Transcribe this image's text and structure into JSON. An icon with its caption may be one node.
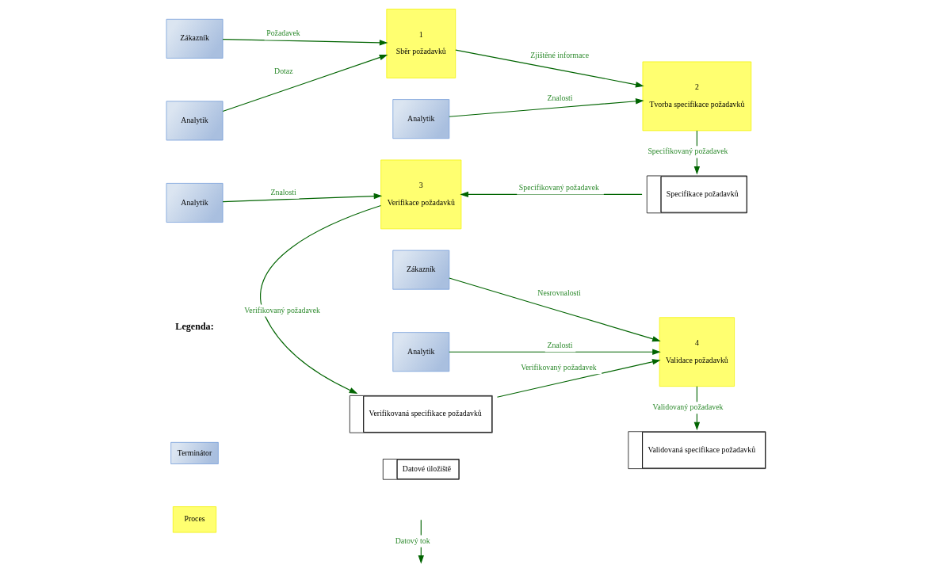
{
  "diagram": {
    "nodes": [
      {
        "text": [
          "Zákazník"
        ]
      },
      {
        "text": [
          "Analytik"
        ]
      },
      {
        "text": [
          "1",
          "Sběr požadavků"
        ]
      },
      {
        "text": [
          "2",
          "Tvorba specifikace požadavků"
        ]
      },
      {
        "text": [
          "Analytik"
        ]
      },
      {
        "text": [
          "Analytik"
        ]
      },
      {
        "text": [
          "3",
          "Verifikace požadavků"
        ]
      },
      {
        "text": [
          "Specifikace požadavků"
        ]
      },
      {
        "text": [
          "Verifikovaná specifikace požadavků"
        ]
      },
      {
        "text": [
          "4",
          "Validace požadavků"
        ]
      },
      {
        "text": [
          "Zákazník"
        ]
      },
      {
        "text": [
          "Analytik"
        ]
      },
      {
        "text": [
          "Validovaná specifikace požadavků"
        ]
      }
    ],
    "edges": [
      {
        "from": 0,
        "to": 2,
        "arrow": "to",
        "label": "Požadavek"
      },
      {
        "from": 1,
        "to": 2,
        "arrow": "to",
        "label": "Dotaz"
      },
      {
        "from": 2,
        "to": 3,
        "arrow": "to",
        "label": "Zjištěné informace"
      },
      {
        "from": 4,
        "to": 3,
        "arrow": "to",
        "label": "Znalosti"
      },
      {
        "from": 3,
        "to": 7,
        "arrow": "to",
        "label": "Specifikovaný požadavek"
      },
      {
        "from": 5,
        "to": 6,
        "arrow": "to",
        "label": "Znalosti"
      },
      {
        "from": 7,
        "to": 6,
        "arrow": "to",
        "label": "Specifikovaný požadavek"
      },
      {
        "from": 6,
        "to": 8,
        "arrow": "to",
        "label": "Verifikovaný požadavek"
      },
      {
        "from": 8,
        "to": 9,
        "arrow": "to",
        "label": "Verifikovaný požadavek"
      },
      {
        "from": 10,
        "to": 9,
        "arrow": "to",
        "label": "Nesrovnalosti"
      },
      {
        "from": 11,
        "to": 9,
        "arrow": "to",
        "label": "Znalosti"
      },
      {
        "from": 9,
        "to": 12,
        "arrow": "to",
        "label": "Validovaný požadavek"
      }
    ],
    "labels": [
      "Legenda:"
    ],
    "legend": [
      {
        "text": "Terminátor"
      },
      {
        "text": "Datové úložiště"
      },
      {
        "text": "Proces"
      },
      {
        "text": "Datový tok"
      }
    ]
  }
}
